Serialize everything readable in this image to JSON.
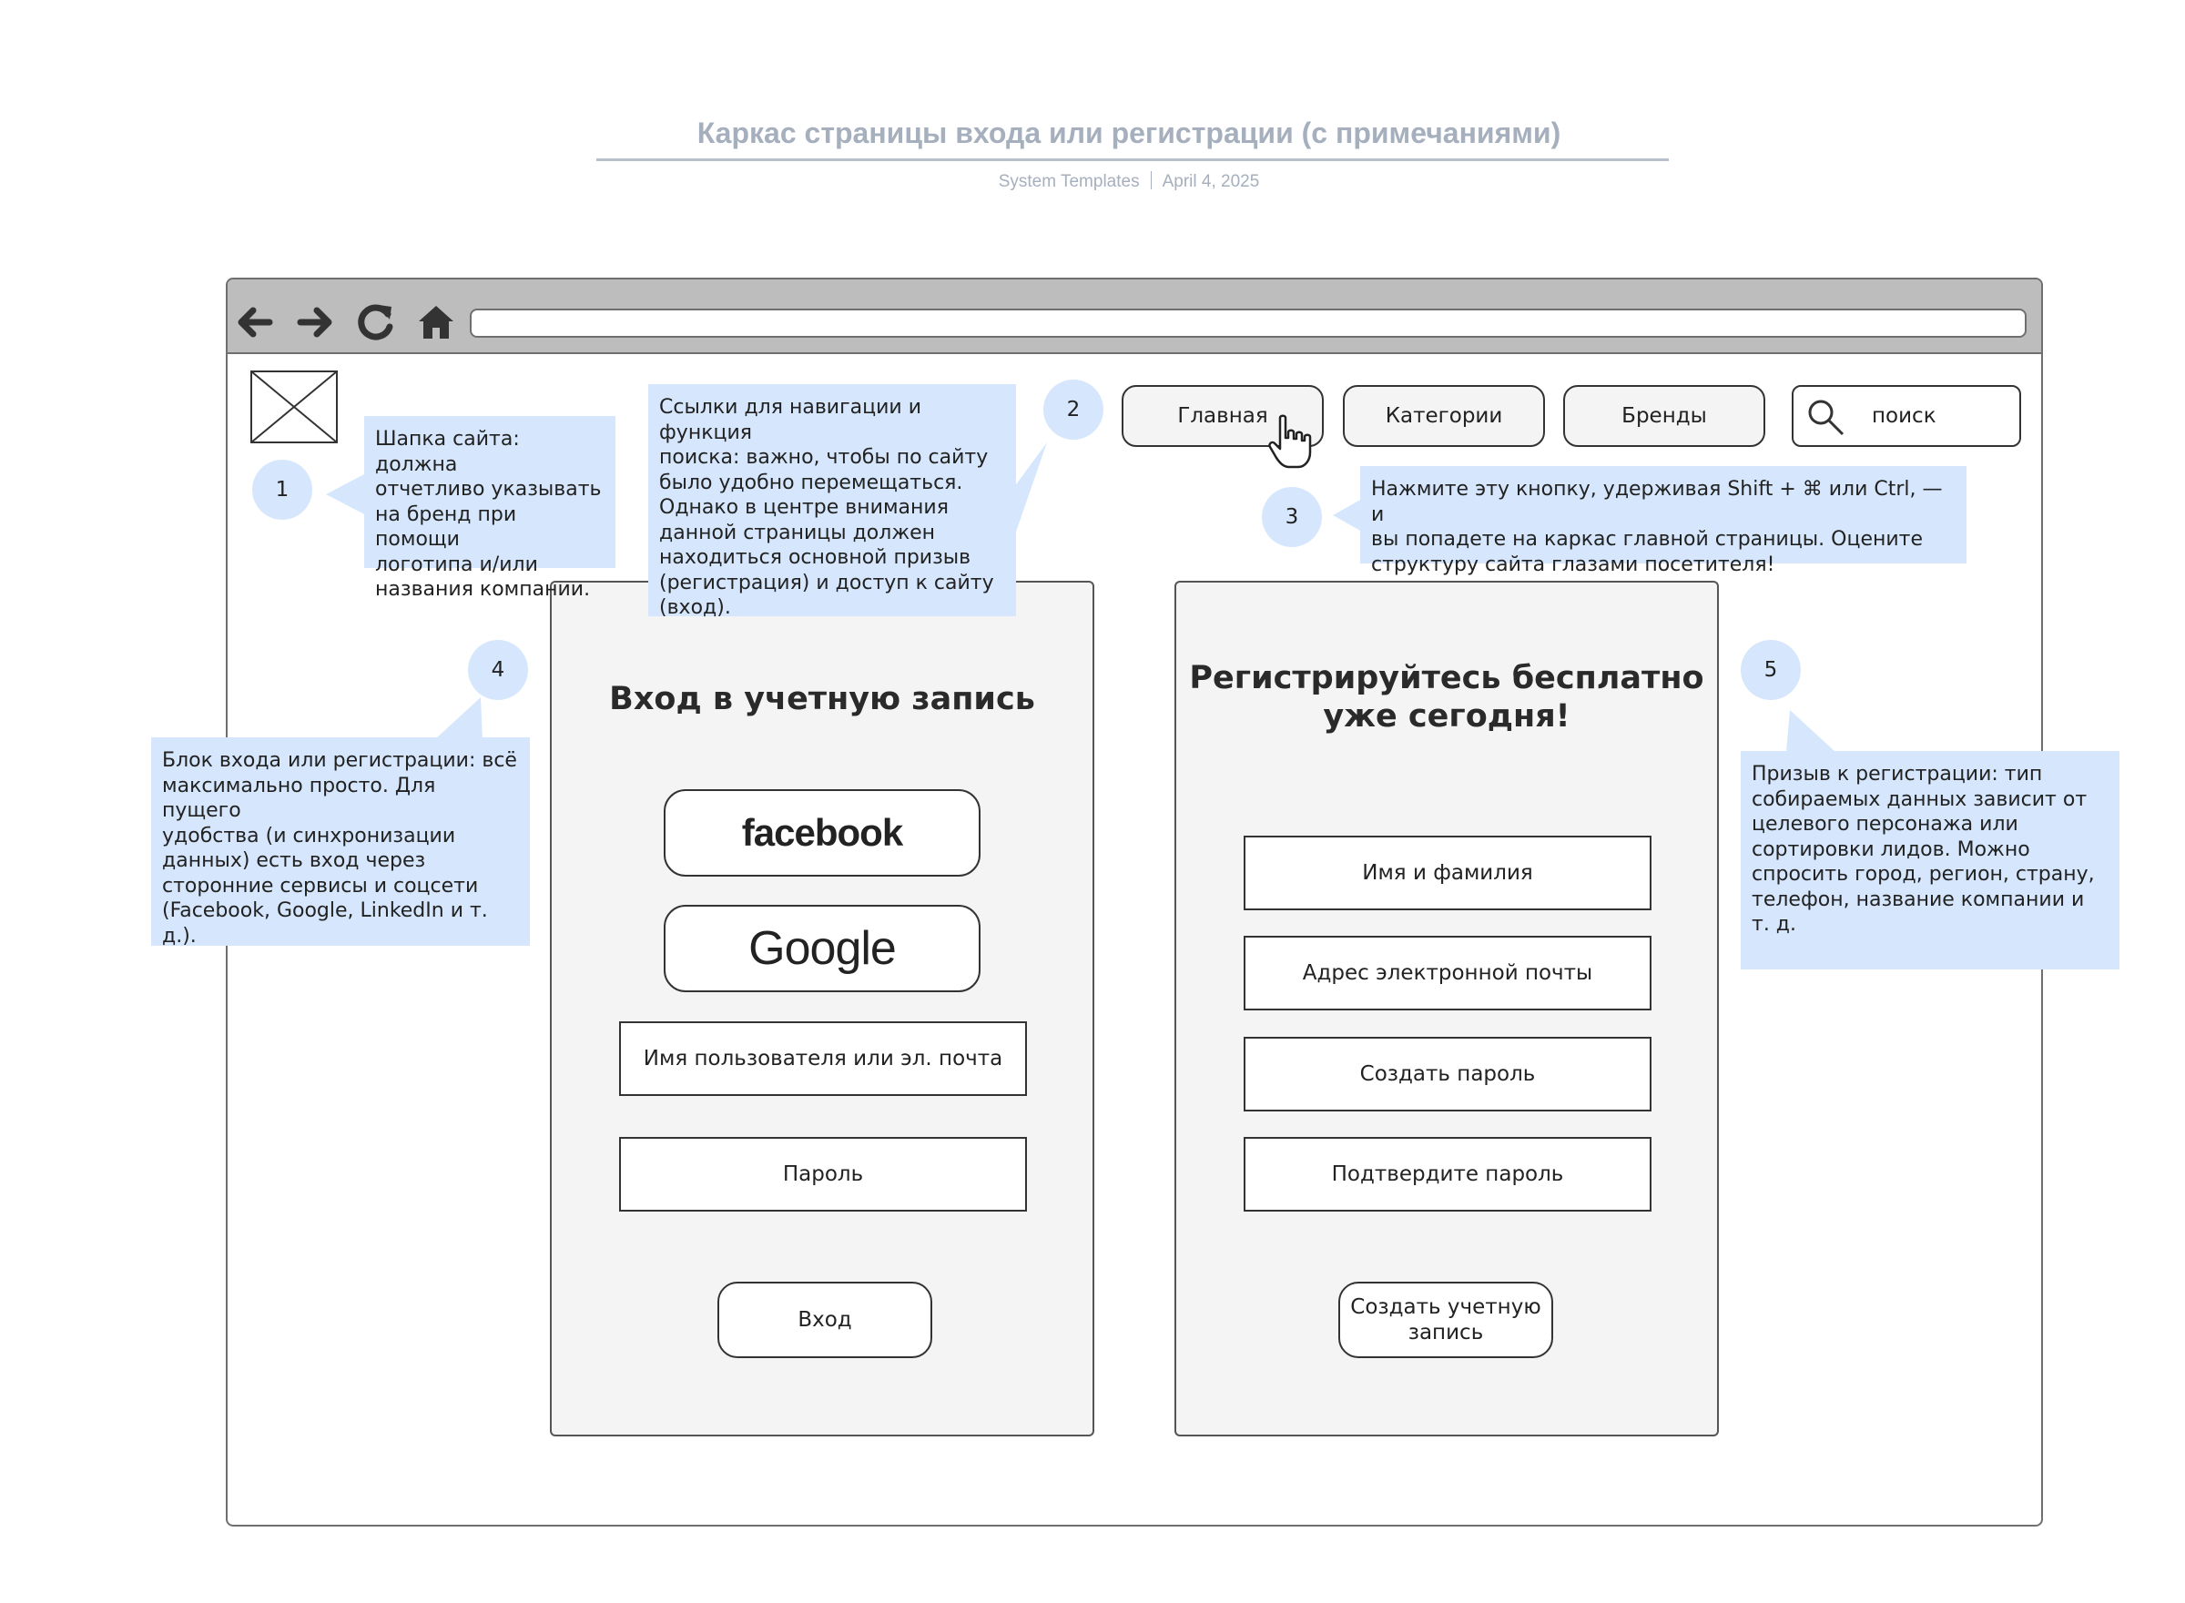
{
  "document": {
    "title": "Каркас страницы входа или регистрации (с примечаниями)",
    "source": "System Templates",
    "date": "April 4, 2025"
  },
  "browser": {
    "icons": [
      "arrow-left-icon",
      "arrow-right-icon",
      "reload-icon",
      "home-icon"
    ]
  },
  "header": {
    "nav": [
      "Главная",
      "Категории",
      "Бренды"
    ],
    "search_label": "поиск"
  },
  "login": {
    "title": "Вход в учетную запись",
    "social": [
      "facebook",
      "Google"
    ],
    "fields": [
      "Имя пользователя или эл. почта",
      "Пароль"
    ],
    "submit": "Вход"
  },
  "signup": {
    "title_line1": "Регистрируйтесь бесплатно",
    "title_line2": "уже сегодня!",
    "fields": [
      "Имя и фамилия",
      "Адрес электронной почты",
      "Создать пароль",
      "Подтвердите пароль"
    ],
    "submit": "Создать учетную\nзапись"
  },
  "notes": [
    {
      "number": "1",
      "text": "Шапка сайта: должна\nотчетливо указывать\nна бренд при помощи\nлоготипа и/или\nназвания компании."
    },
    {
      "number": "2",
      "text": "Ссылки для навигации и функция\nпоиска: важно, чтобы по сайту\nбыло удобно перемещаться.\nОднако в центре внимания\nданной страницы должен\nнаходиться основной призыв\n(регистрация) и доступ к сайту\n(вход)."
    },
    {
      "number": "3",
      "text": "Нажмите эту кнопку, удерживая Shift + ⌘ или Ctrl, — и\nвы попадете на каркас главной страницы. Оцените\nструктуру сайта глазами посетителя!"
    },
    {
      "number": "4",
      "text": "Блок входа или регистрации: всё\nмаксимально просто. Для пущего\nудобства (и синхронизации\nданных) есть вход через\nсторонние сервисы и соцсети\n(Facebook, Google, LinkedIn и т. д.)."
    },
    {
      "number": "5",
      "text": "Призыв к регистрации: тип\nсобираемых данных зависит от\nцелевого персонажа или\nсортировки лидов. Можно\nспросить город, регион, страну,\nтелефон, название компании и\nт. д."
    }
  ],
  "colors": {
    "note_bg": "#d6e7fd",
    "panel_bg": "#f4f4f4",
    "title_gray": "#a6afbd"
  }
}
